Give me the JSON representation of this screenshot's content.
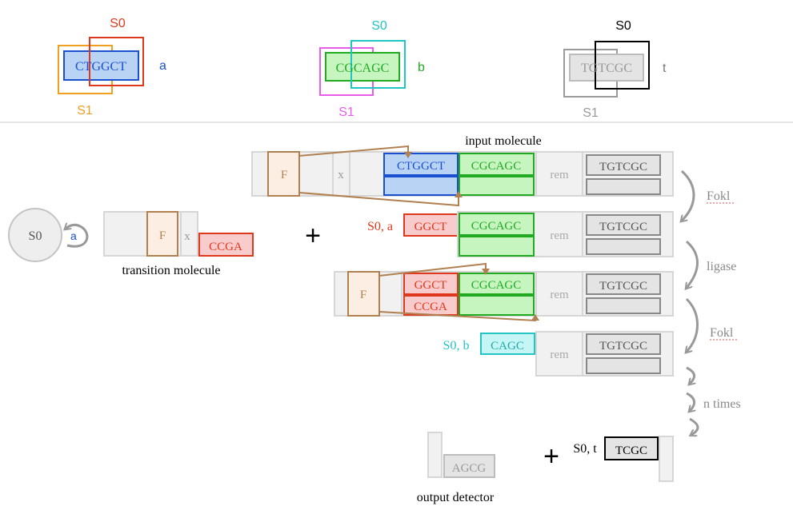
{
  "colors": {
    "blue": "#1a4fd0",
    "blue_fill": "#b9d3f5",
    "red": "#e0381c",
    "red_fill": "#f8cccc",
    "orange": "#f0a020",
    "green": "#22aa22",
    "green_fill": "#c6f5c0",
    "cyan": "#22c4c4",
    "magenta": "#e85ce8",
    "gray_box": "#bcbcbc",
    "gray_fill": "#e4e4e4",
    "brown": "#b08050",
    "brown_fill": "#fdeee4",
    "light_gray": "#d8d8d8",
    "label_gray": "#999999"
  },
  "encodings": {
    "a": {
      "state_top": "S0",
      "state_bottom": "S1",
      "seq": "CTGGCT",
      "symbol": "a"
    },
    "b": {
      "state_top": "S0",
      "state_bottom": "S1",
      "seq": "CGCAGC",
      "symbol": "b"
    },
    "t": {
      "state_top": "S0",
      "state_bottom": "S1",
      "seq": "TGTCGC",
      "symbol": "t"
    }
  },
  "state_node": {
    "label": "S0",
    "loop_label": "a"
  },
  "transition_molecule": {
    "fokl": "F",
    "spacer": "x",
    "sticky": "CCGA",
    "caption": "transition molecule"
  },
  "plus": "+",
  "input_molecule": {
    "caption": "input molecule",
    "fokl": "F",
    "spacer": "x",
    "seq_a": "CTGGCT",
    "seq_b": "CGCAGC",
    "rem": "rem",
    "seq_t": "TGTCGC"
  },
  "step1": {
    "label": "S0, a",
    "sticky": "GGCT",
    "seq_b": "CGCAGC",
    "rem": "rem",
    "seq_t": "TGTCGC"
  },
  "step2": {
    "fokl": "F",
    "top": "GGCT",
    "bottom": "CCGA",
    "seq_b": "CGCAGC",
    "rem": "rem",
    "seq_t": "TGTCGC"
  },
  "step3": {
    "label": "S0, b",
    "sticky": "CAGC",
    "rem": "rem",
    "seq_t": "TGTCGC"
  },
  "side_labels": {
    "fokl1": "Fokl",
    "ligase": "ligase",
    "fokl2": "Fokl",
    "ntimes": "n times"
  },
  "output": {
    "detector_seq": "AGCG",
    "detector_caption": "output detector",
    "final_label": "S0, t",
    "final_seq": "TCGC"
  }
}
